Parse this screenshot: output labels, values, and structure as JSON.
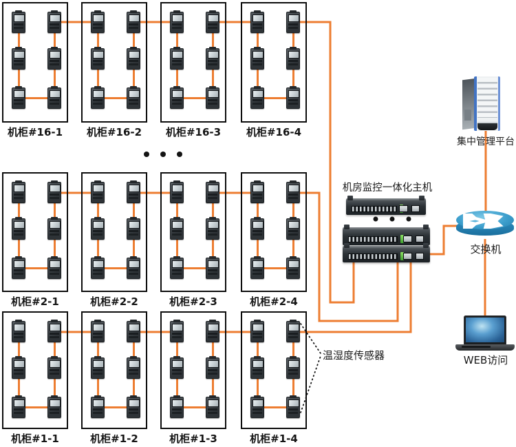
{
  "diagram": {
    "cabinet_rows": [
      {
        "labels": [
          "机柜#16-1",
          "机柜#16-2",
          "机柜#16-3",
          "机柜#16-4"
        ]
      },
      {
        "labels": [
          "机柜#2-1",
          "机柜#2-2",
          "机柜#2-3",
          "机柜#2-4"
        ]
      },
      {
        "labels": [
          "机柜#1-1",
          "机柜#1-2",
          "机柜#1-3",
          "机柜#1-4"
        ]
      }
    ],
    "monitoring_host": {
      "label": "机房监控一体化主机"
    },
    "switch": {
      "label": "交换机"
    },
    "management_platform": {
      "label": "集中管理平台"
    },
    "web_access": {
      "label": "WEB访问"
    },
    "sensor_callout": {
      "label": "温湿度传感器"
    },
    "colors": {
      "cable_orange": "#ED7D31",
      "cabinet_border": "#0c0c0c",
      "router_blue": "#2D96C6",
      "led_green": "#58B947",
      "tower_blue_trim": "#4472C4"
    }
  }
}
